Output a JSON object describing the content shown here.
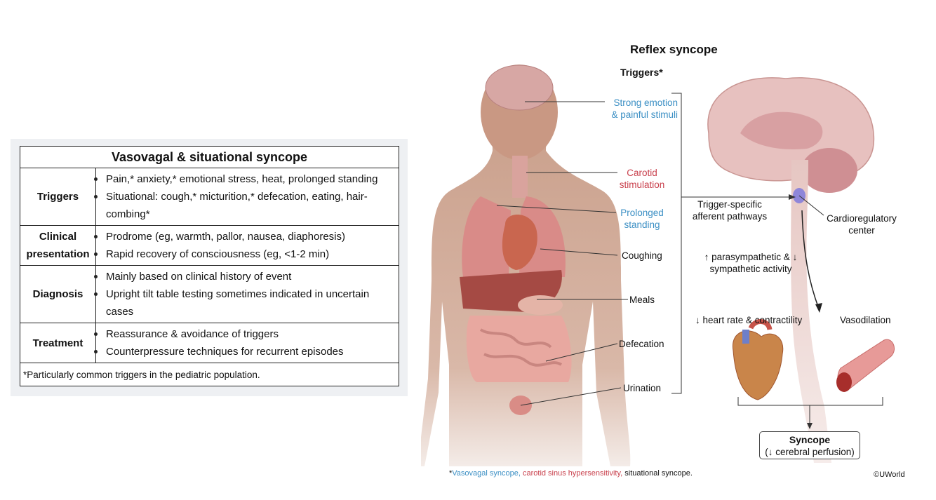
{
  "table": {
    "title": "Vasovagal & situational syncope",
    "rows": [
      {
        "label": "Triggers",
        "items": [
          "Pain,* anxiety,* emotional stress, heat, prolonged standing",
          "Situational: cough,* micturition,* defecation, eating, hair-combing*"
        ]
      },
      {
        "label": "Clinical presentation",
        "items": [
          "Prodrome (eg, warmth, pallor, nausea, diaphoresis)",
          "Rapid recovery of consciousness (eg, <1-2 min)"
        ]
      },
      {
        "label": "Diagnosis",
        "items": [
          "Mainly based on clinical history of event",
          "Upright tilt table testing sometimes indicated in uncertain cases"
        ]
      },
      {
        "label": "Treatment",
        "items": [
          "Reassurance & avoidance of triggers",
          "Counterpressure techniques for recurrent episodes"
        ]
      }
    ],
    "footnote": "*Particularly common triggers in the pediatric population."
  },
  "diagram": {
    "title": "Reflex syncope",
    "triggers_heading": "Triggers*",
    "triggers": {
      "emotion": "Strong emotion & painful stimuli",
      "carotid": "Carotid stimulation",
      "standing": "Prolonged standing",
      "coughing": "Coughing",
      "meals": "Meals",
      "defecation": "Defecation",
      "urination": "Urination"
    },
    "afferent": "Trigger-specific afferent pathways",
    "center": "Cardioregulatory center",
    "autonomic": "↑ parasympathetic & ↓ sympathetic activity",
    "heart_effect": "↓ heart rate & contractility",
    "vasodilation": "Vasodilation",
    "syncope_title": "Syncope",
    "syncope_sub": "(↓ cerebral perfusion)",
    "footnote": {
      "star": "*",
      "vasovagal": "Vasovagal syncope,",
      "carotid": "carotid sinus hypersensitivity,",
      "situational": "situational syncope."
    },
    "copyright": "©UWorld",
    "colors": {
      "blue": "#3b8fc4",
      "red": "#c9414d"
    }
  }
}
